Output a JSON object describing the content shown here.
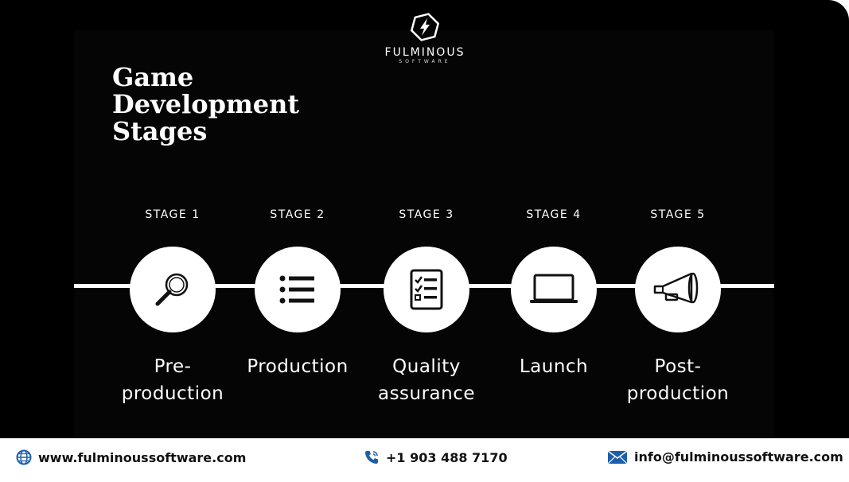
{
  "brand": {
    "name": "FULMINOUS",
    "sub": "SOFTWARE"
  },
  "title": [
    "Game",
    "Development",
    "Stages"
  ],
  "stages": [
    {
      "label": "STAGE 1",
      "name_lines": [
        "Pre-",
        "production"
      ],
      "icon": "magnifier-icon"
    },
    {
      "label": "STAGE 2",
      "name_lines": [
        "Production"
      ],
      "icon": "list-icon"
    },
    {
      "label": "STAGE 3",
      "name_lines": [
        "Quality",
        "assurance"
      ],
      "icon": "checklist-icon"
    },
    {
      "label": "STAGE 4",
      "name_lines": [
        "Launch"
      ],
      "icon": "laptop-icon"
    },
    {
      "label": "STAGE 5",
      "name_lines": [
        "Post-",
        "production"
      ],
      "icon": "megaphone-icon"
    }
  ],
  "footer": {
    "website": "www.fulminoussoftware.com",
    "phone": "+1 903 488 7170",
    "email": "info@fulminoussoftware.com"
  },
  "colors": {
    "background": "#000000",
    "foreground": "#ffffff",
    "icon_blue": "#1c5fa8"
  }
}
